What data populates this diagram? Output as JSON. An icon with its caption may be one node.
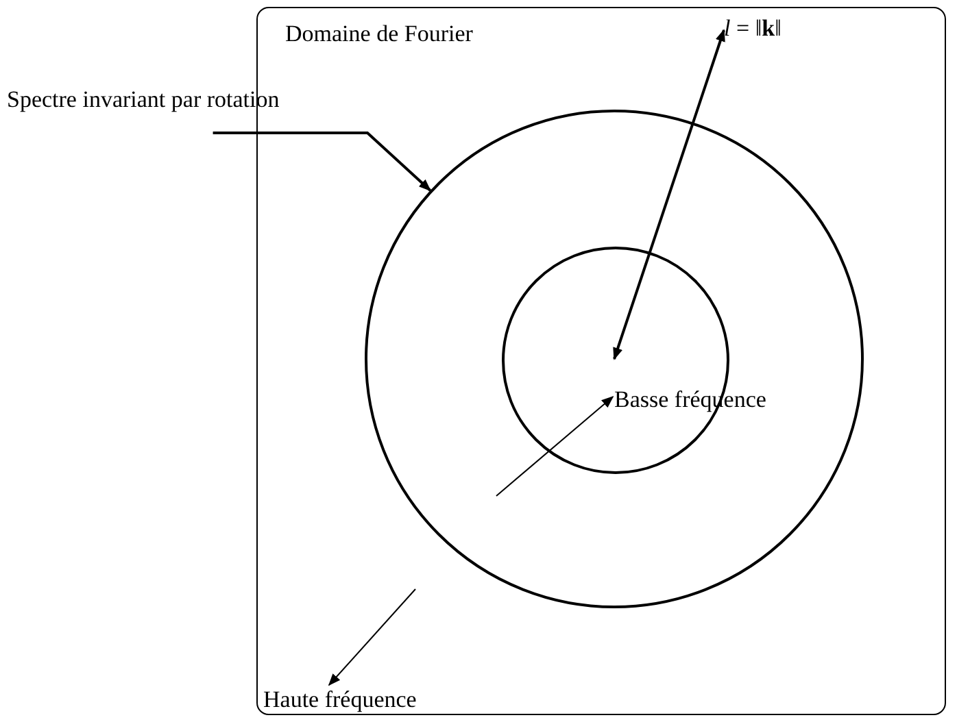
{
  "diagram": {
    "nodes": [
      {
        "text": [
          "Domaine de Fourier"
        ]
      },
      {
        "text": [],
        "shape": "circle",
        "in": 0
      },
      {
        "text": [],
        "shape": "circle",
        "in": 1
      },
      {
        "text": [
          "Spectre invariant par rotation"
        ]
      },
      {
        "text": [
          "*l* = ‖**k**‖"
        ],
        "in": 0
      },
      {
        "text": [
          "Basse fréquence"
        ],
        "in": 1
      },
      {
        "text": [
          "Haute fréquence"
        ],
        "in": 0
      }
    ],
    "edges": [
      {
        "from": 3,
        "to": 1,
        "arrow": "to"
      },
      {
        "from": 2,
        "to": 4,
        "arrow": "both"
      },
      {
        "from": null,
        "to": 5,
        "arrow": "to"
      },
      {
        "from": null,
        "to": 6,
        "arrow": "to"
      }
    ]
  }
}
